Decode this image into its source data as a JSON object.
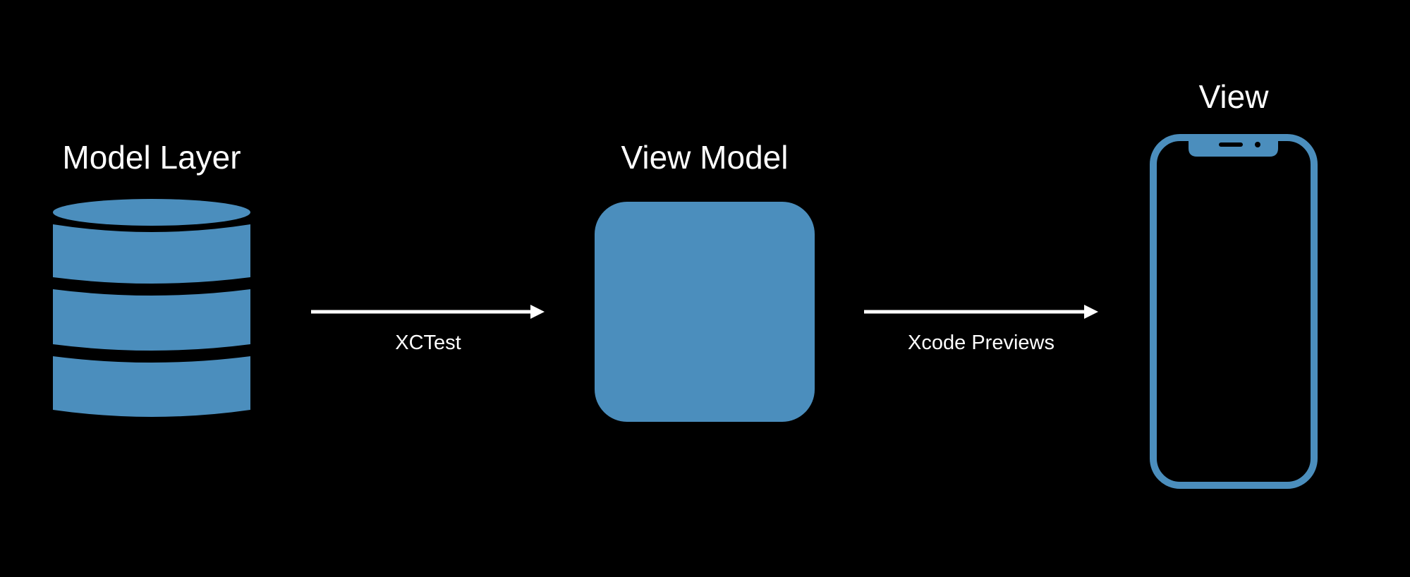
{
  "nodes": {
    "model_layer": {
      "title": "Model Layer",
      "icon": "database-icon"
    },
    "view_model": {
      "title": "View Model",
      "icon": "rounded-square-icon"
    },
    "view": {
      "title": "View",
      "icon": "smartphone-icon"
    }
  },
  "edges": [
    {
      "from": "model_layer",
      "to": "view_model",
      "label": "XCTest"
    },
    {
      "from": "view_model",
      "to": "view",
      "label": "Xcode Previews"
    }
  ],
  "colors": {
    "background": "#000000",
    "accent": "#4b8ebd",
    "text": "#ffffff",
    "arrow": "#ffffff"
  }
}
